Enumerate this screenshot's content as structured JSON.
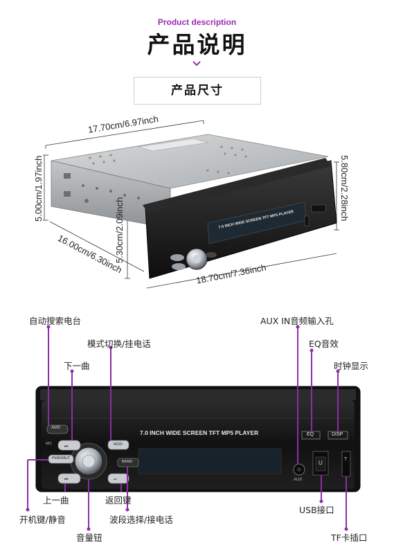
{
  "header": {
    "subtitle": "Product description",
    "title": "产品说明",
    "section_title": "产品尺寸"
  },
  "dimensions": {
    "top_width": "17.70cm/6.97inch",
    "left_height": "5.00cm/1.97inch",
    "right_height": "5.80cm/2.28inch",
    "depth": "16.00cm/6.30inch",
    "panel_height": "5.30cm/2.09inch",
    "panel_width": "18.70cm/7.36inch"
  },
  "device": {
    "screen_label": "7.0 INCH WIDE SCREEN TFT  MP5  PLAYER",
    "buttons": {
      "ams": "AMS",
      "mic": "MIC",
      "pwr_mut": "PWR/MUT",
      "mod": "MOD",
      "band": "BAND",
      "eq": "EQ",
      "disp": "DISP",
      "aux": "AUX",
      "usb_mark": "U",
      "tf_mark": "T"
    }
  },
  "callouts": {
    "auto_search": "自动搜索电台",
    "mode_switch": "模式切换/挂电话",
    "next_track": "下一曲",
    "prev_track": "上一曲",
    "power_mute": "开机键/静音",
    "volume": "音量钮",
    "back": "返回键",
    "band_answer": "波段选择/接电话",
    "aux_in": "AUX IN音频输入孔",
    "eq": "EQ音效",
    "clock": "时钟显示",
    "usb": "USB接口",
    "tf": "TF卡插口"
  },
  "colors": {
    "accent": "#9a2bb0",
    "callout_line": "#8e2ca8",
    "device_body": "#1b1b1b",
    "chassis": "#b8bbbd"
  }
}
